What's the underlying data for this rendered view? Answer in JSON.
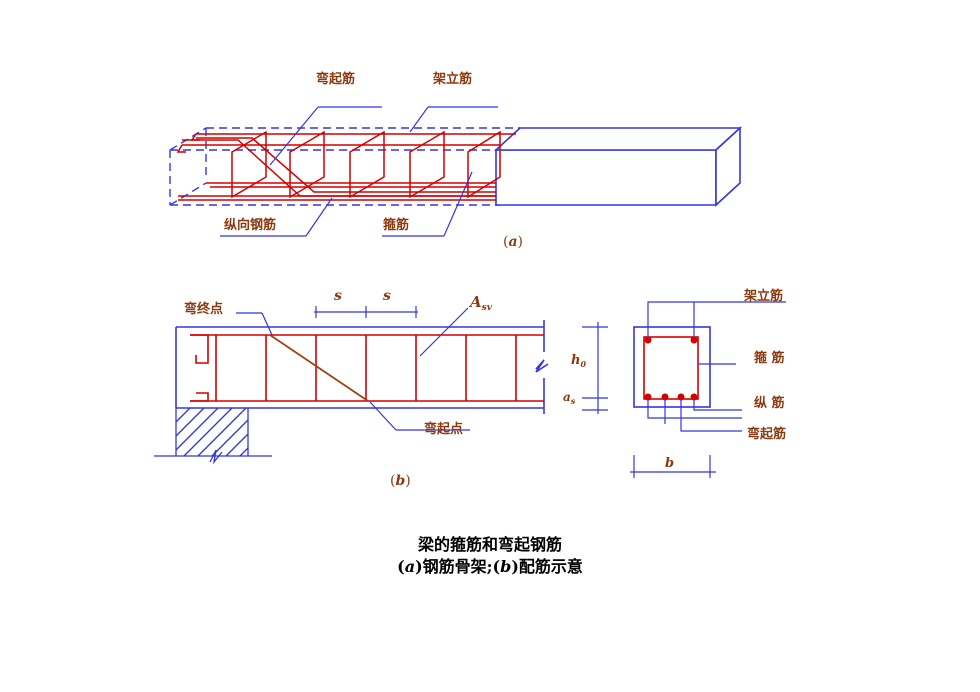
{
  "diagram_a": {
    "labels": {
      "bent_bar": "弯起筋",
      "erection_bar": "架立筋",
      "longitudinal_bar": "纵向钢筋",
      "stirrup": "箍筋"
    },
    "sub_label_open": "(",
    "sub_label_letter": "a",
    "sub_label_close": ")"
  },
  "diagram_b": {
    "labels": {
      "bend_end_point": "弯终点",
      "bend_start_point": "弯起点",
      "spacing_1": "s",
      "spacing_2": "s",
      "asv_main": "A",
      "asv_sub": "sv",
      "h0_main": "h",
      "h0_sub": "0",
      "as_main": "a",
      "as_sub": "s"
    },
    "section_labels": {
      "erection_bar": "架立筋",
      "stirrup": "箍 筋",
      "longitudinal": "纵 筋",
      "bent_bar": "弯起筋",
      "width": "b"
    },
    "sub_label_open": "(",
    "sub_label_letter": "b",
    "sub_label_close": ")"
  },
  "caption": {
    "line1": "梁的箍筋和弯起钢筋",
    "line2_a_open": "(",
    "line2_a_letter": "a",
    "line2_a_text": ")钢筋骨架;(",
    "line2_b_letter": "b",
    "line2_b_text": ")配筋示意"
  },
  "colors": {
    "concrete_outline": "#3535e0",
    "rebar": "#d40000",
    "label": "#8b3a0f",
    "bent_bar_b": "#a0420e"
  }
}
